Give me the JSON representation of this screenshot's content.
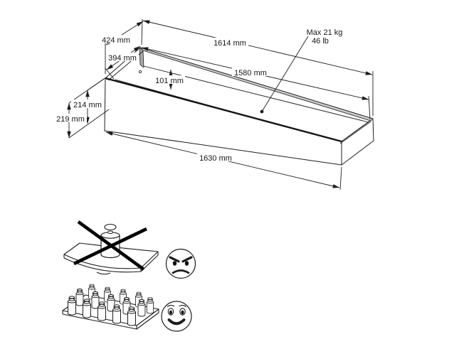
{
  "diagram": {
    "labels": {
      "dim_depth_outer": "424 mm",
      "dim_depth_inner": "394 mm",
      "dim_length_top": "1614 mm",
      "dim_length_inner": "1580 mm",
      "dim_back_height": "101 mm",
      "dim_height_inner": "214 mm",
      "dim_height_outer": "219 mm",
      "dim_length_bottom": "1630 mm",
      "max_load_line1": "Max 21 kg",
      "max_load_line2": "46 lb"
    },
    "colors": {
      "line": "#1d1d1d",
      "cross": "#000000",
      "shade_dark": "#a8a8a8",
      "shade_light": "#cbcbcb",
      "background": "#ffffff"
    },
    "icons": {
      "incorrect_usage": "concentrated-weight-crossed-out",
      "correct_usage": "evenly-distributed-bottles",
      "angry_face": "angry-face",
      "happy_face": "happy-face"
    }
  }
}
